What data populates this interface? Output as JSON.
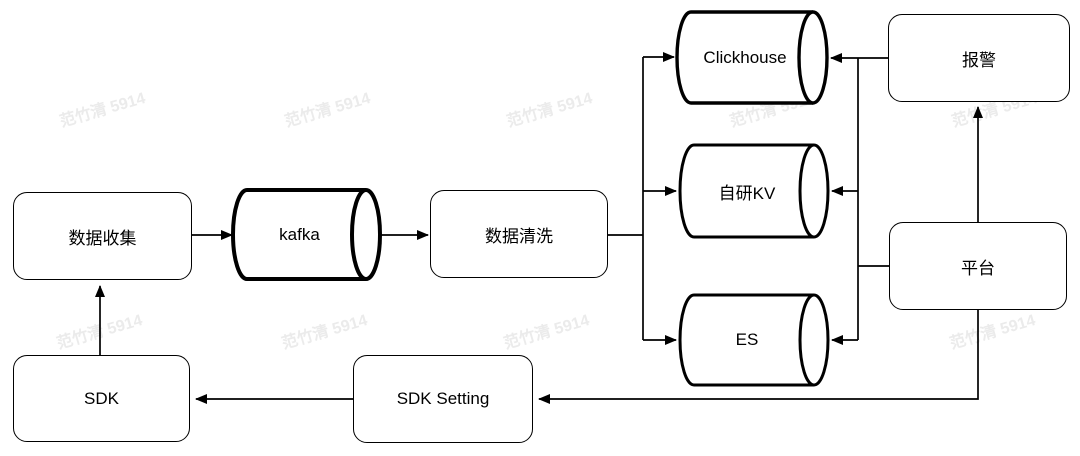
{
  "watermark": {
    "text": "范竹清 5914"
  },
  "colors": {
    "stroke": "#000000",
    "fill": "#ffffff",
    "background": "#ffffff",
    "watermark_text": "#ebebeb"
  },
  "nodes": {
    "data_collection": {
      "label": "数据收集",
      "shape": "rounded-rect"
    },
    "kafka": {
      "label": "kafka",
      "shape": "cylinder"
    },
    "data_cleaning": {
      "label": "数据清洗",
      "shape": "rounded-rect"
    },
    "clickhouse": {
      "label": "Clickhouse",
      "shape": "cylinder"
    },
    "self_kv": {
      "label": "自研KV",
      "shape": "cylinder"
    },
    "es": {
      "label": "ES",
      "shape": "cylinder"
    },
    "alert": {
      "label": "报警",
      "shape": "rounded-rect"
    },
    "platform": {
      "label": "平台",
      "shape": "rounded-rect"
    },
    "sdk": {
      "label": "SDK",
      "shape": "rounded-rect"
    },
    "sdk_setting": {
      "label": "SDK Setting",
      "shape": "rounded-rect"
    }
  },
  "edges": [
    {
      "from": "data_collection",
      "to": "kafka"
    },
    {
      "from": "kafka",
      "to": "data_cleaning"
    },
    {
      "from": "data_cleaning",
      "to": "clickhouse"
    },
    {
      "from": "data_cleaning",
      "to": "self_kv"
    },
    {
      "from": "data_cleaning",
      "to": "es"
    },
    {
      "from": "alert",
      "to": "clickhouse"
    },
    {
      "from": "platform",
      "to": "clickhouse"
    },
    {
      "from": "platform",
      "to": "self_kv"
    },
    {
      "from": "platform",
      "to": "es"
    },
    {
      "from": "platform",
      "to": "alert"
    },
    {
      "from": "platform",
      "to": "sdk_setting"
    },
    {
      "from": "sdk_setting",
      "to": "sdk"
    },
    {
      "from": "sdk",
      "to": "data_collection"
    }
  ]
}
